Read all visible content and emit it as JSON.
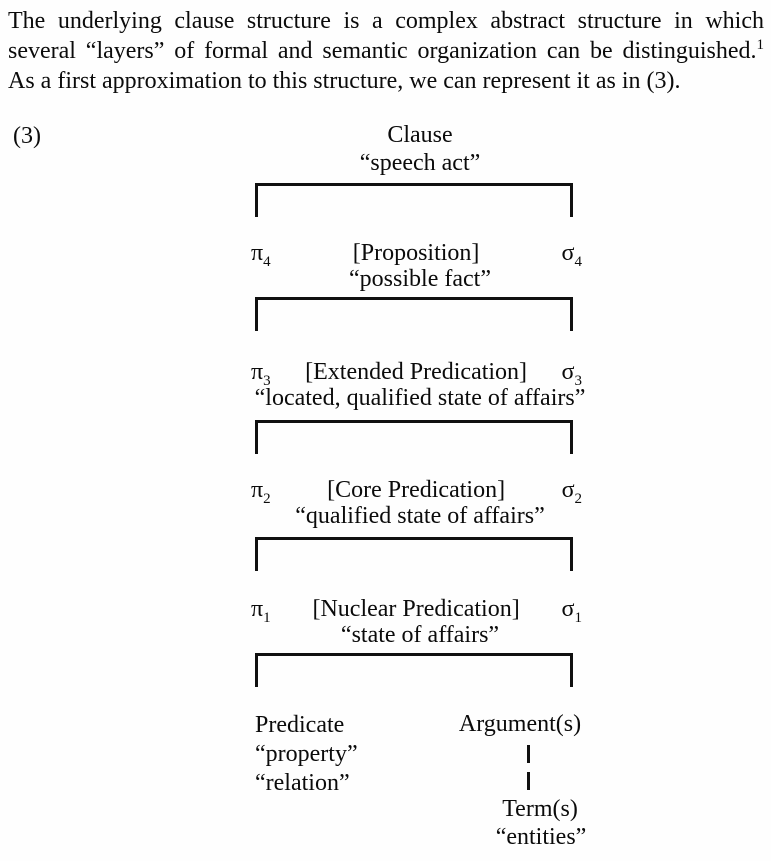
{
  "page": {
    "paragraph": {
      "line1": "The underlying clause structure is a complex abstract structure in which",
      "line2": "several “layers” of formal and semantic organization can be distinguished.",
      "line2_footnote": "1",
      "line3": "As a first approximation to this structure, we can represent it as in (3)."
    },
    "example_number": "(3)",
    "diagram": {
      "root": {
        "label": "Clause",
        "gloss": "“speech act”"
      },
      "layers": [
        {
          "pi": "π",
          "pi_sub": "4",
          "node": "[Proposition]",
          "sigma": "σ",
          "sigma_sub": "4",
          "gloss": "“possible fact”"
        },
        {
          "pi": "π",
          "pi_sub": "3",
          "node": "[Extended Predication]",
          "sigma": "σ",
          "sigma_sub": "3",
          "gloss": "“located, qualified state of affairs”"
        },
        {
          "pi": "π",
          "pi_sub": "2",
          "node": "[Core Predication]",
          "sigma": "σ",
          "sigma_sub": "2",
          "gloss": "“qualified state of affairs”"
        },
        {
          "pi": "π",
          "pi_sub": "1",
          "node": "[Nuclear Predication]",
          "sigma": "σ",
          "sigma_sub": "1",
          "gloss": "“state of affairs”"
        }
      ],
      "bottom": {
        "predicate_label": "Predicate",
        "predicate_gloss1": "“property”",
        "predicate_gloss2": "“relation”",
        "argument_label": "Argument(s)",
        "terms_label": "Term(s)",
        "terms_gloss": "“entities”"
      }
    }
  }
}
